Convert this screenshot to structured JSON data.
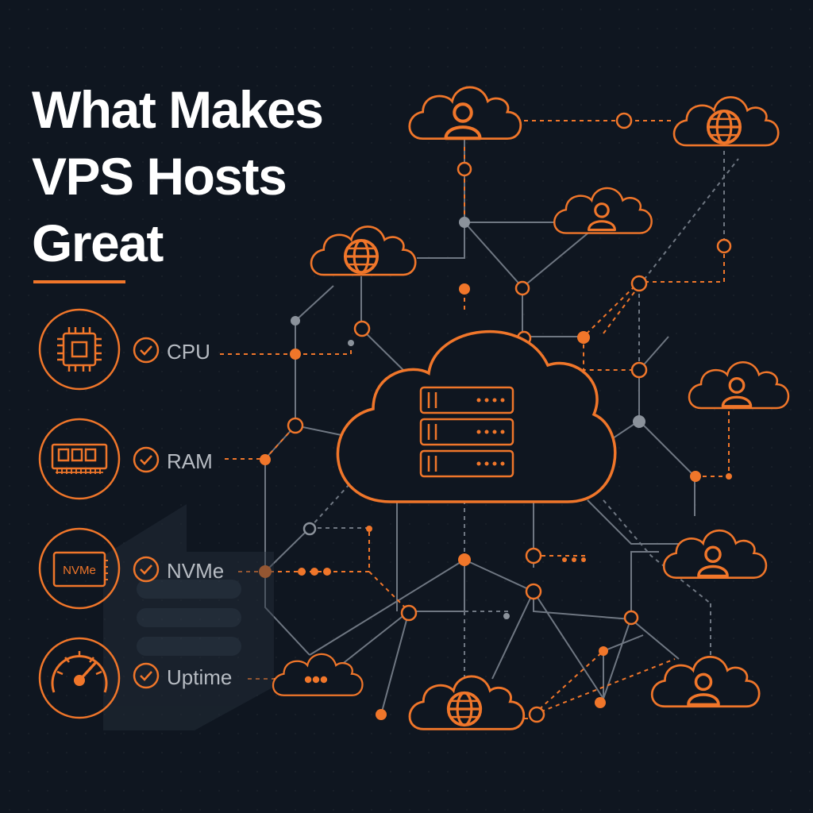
{
  "title": {
    "line1": "What Makes",
    "line2": "VPS Hosts",
    "line3": "Great"
  },
  "features": [
    {
      "label": "CPU",
      "icon": "cpu-chip-icon"
    },
    {
      "label": "RAM",
      "icon": "ram-module-icon"
    },
    {
      "label": "NVMe",
      "icon": "nvme-drive-icon",
      "icon_text": "NVMe"
    },
    {
      "label": "Uptime",
      "icon": "speedometer-gauge-icon"
    }
  ],
  "central_node": {
    "icon": "server-rack-icon"
  },
  "cloud_nodes": [
    {
      "icon": "user-icon"
    },
    {
      "icon": "globe-icon"
    },
    {
      "icon": "user-icon"
    },
    {
      "icon": "globe-icon"
    },
    {
      "icon": "user-icon"
    },
    {
      "icon": "user-icon"
    },
    {
      "icon": "user-icon"
    },
    {
      "icon": "globe-icon"
    },
    {
      "icon": "ellipsis-icon"
    }
  ],
  "colors": {
    "background": "#0f1620",
    "accent": "#f0762a",
    "line_gray": "#6f7782",
    "label_gray": "#b7bcc3",
    "title": "#ffffff"
  }
}
